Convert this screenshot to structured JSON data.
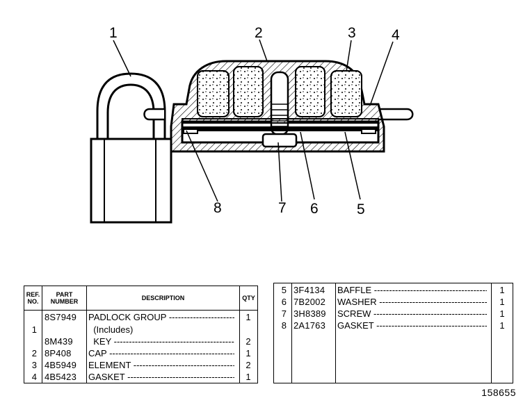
{
  "callouts": [
    "1",
    "2",
    "3",
    "4",
    "5",
    "6",
    "7",
    "8"
  ],
  "left_table": {
    "headers": {
      "ref": "REF. NO.",
      "part": "PART NUMBER",
      "desc": "DESCRIPTION",
      "qty": "QTY"
    },
    "rows": [
      {
        "ref": "",
        "part": "8S7949",
        "desc": "PADLOCK GROUP",
        "qty": "1"
      },
      {
        "ref": "1",
        "part": "",
        "desc": "  (Includes)",
        "qty": ""
      },
      {
        "ref": "",
        "part": "8M439",
        "desc": "  KEY",
        "qty": "2"
      },
      {
        "ref": "2",
        "part": "8P408",
        "desc": "CAP",
        "qty": "1"
      },
      {
        "ref": "3",
        "part": "4B5949",
        "desc": "ELEMENT",
        "qty": "2"
      },
      {
        "ref": "4",
        "part": "4B5423",
        "desc": "GASKET",
        "qty": "1"
      }
    ]
  },
  "right_table": {
    "rows": [
      {
        "ref": "5",
        "part": "3F4134",
        "desc": "BAFFLE",
        "qty": "1"
      },
      {
        "ref": "6",
        "part": "7B2002",
        "desc": "WASHER",
        "qty": "1"
      },
      {
        "ref": "7",
        "part": "3H8389",
        "desc": "SCREW",
        "qty": "1"
      },
      {
        "ref": "8",
        "part": "2A1763",
        "desc": "GASKET",
        "qty": "1"
      }
    ]
  },
  "footer": {
    "drawing_number": "158655"
  }
}
